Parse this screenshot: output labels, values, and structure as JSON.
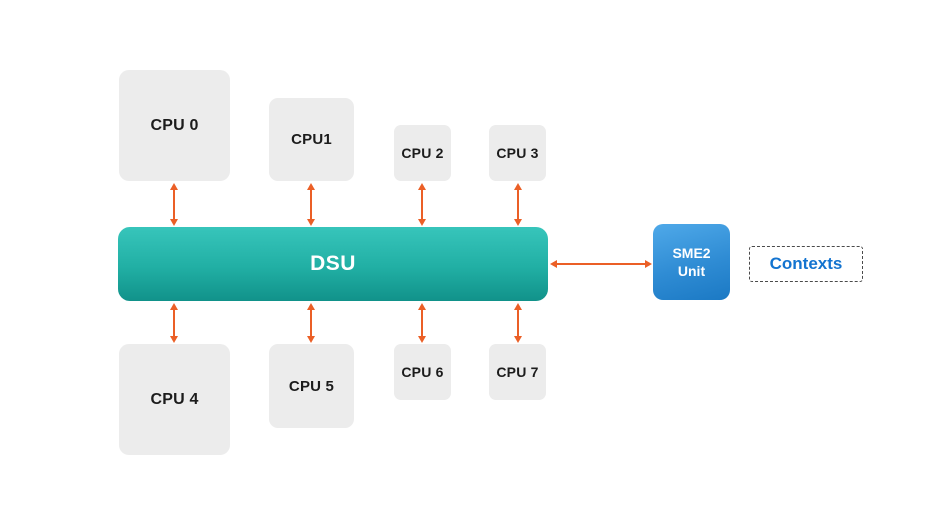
{
  "diagram": {
    "cpus": [
      {
        "label": "CPU 0"
      },
      {
        "label": "CPU1"
      },
      {
        "label": "CPU 2"
      },
      {
        "label": "CPU 3"
      },
      {
        "label": "CPU 4"
      },
      {
        "label": "CPU 5"
      },
      {
        "label": "CPU 6"
      },
      {
        "label": "CPU 7"
      }
    ],
    "dsu": {
      "label": "DSU"
    },
    "sme2": {
      "line1": "SME2",
      "line2": "Unit"
    },
    "contexts": {
      "label": "Contexts"
    },
    "colors": {
      "background": "#FFFFFF",
      "cpu_box_fill": "#ECECEC",
      "cpu_text": "#1C1C1C",
      "dsu_gradient_top": "#37C5BB",
      "dsu_gradient_bottom": "#11928A",
      "sme2_gradient_top": "#4FA9E9",
      "sme2_gradient_bottom": "#1B79C4",
      "arrow_orange": "#EB5F26",
      "contexts_text_blue": "#1374D0",
      "contexts_border": "#4A4A4A"
    }
  }
}
